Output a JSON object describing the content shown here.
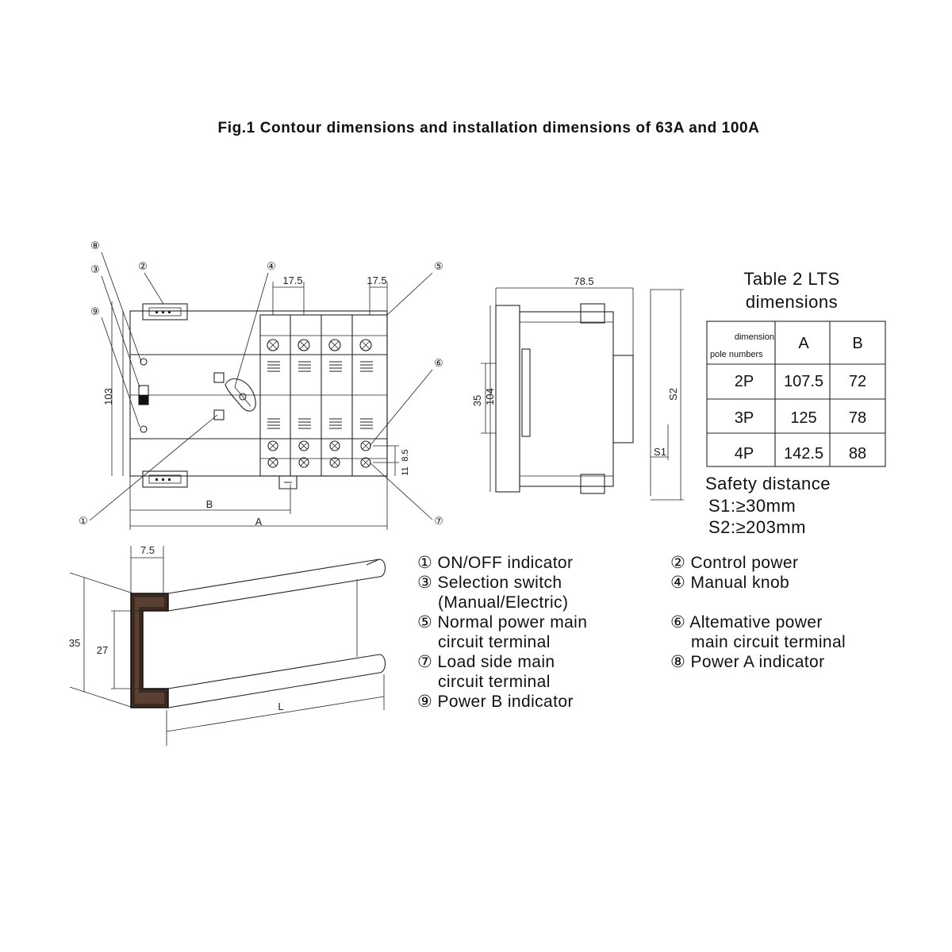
{
  "title": "Fig.1 Contour dimensions and installation dimensions of 63A and 100A",
  "front_view": {
    "callouts": [
      "①",
      "②",
      "③",
      "④",
      "⑤",
      "⑥",
      "⑦",
      "⑧",
      "⑨"
    ],
    "dim_top_left": "17.5",
    "dim_top_right": "17.5",
    "dim_height": "103",
    "dim_b": "B",
    "dim_a": "A",
    "dim_8_5": "8.5",
    "dim_11": "11"
  },
  "side_view": {
    "dim_width": "78.5",
    "dim_35": "35",
    "dim_104": "104",
    "dim_s2": "S2",
    "dim_s1": "S1"
  },
  "rail": {
    "dim_7_5": "7.5",
    "dim_35": "35",
    "dim_27": "27",
    "dim_l": "L"
  },
  "table": {
    "title_line1": "Table 2 LTS",
    "title_line2": "dimensions",
    "corner_top": "dimension",
    "corner_bottom": "pole numbers",
    "col_a": "A",
    "col_b": "B",
    "rows": [
      {
        "pole": "2P",
        "a": "107.5",
        "b": "72"
      },
      {
        "pole": "3P",
        "a": "125",
        "b": "78"
      },
      {
        "pole": "4P",
        "a": "142.5",
        "b": "88"
      }
    ]
  },
  "safety": {
    "title": "Safety distance",
    "s1": "S1:≥30mm",
    "s2": "S2:≥203mm"
  },
  "legend": {
    "i1": "① ON/OFF indicator",
    "i2": "② Control power",
    "i3a": "③ Selection switch",
    "i3b": "(Manual/Electric)",
    "i4": "④ Manual knob",
    "i5a": "⑤ Normal power main",
    "i5b": "circuit terminal",
    "i6a": "⑥ Altemative power",
    "i6b": "main circuit terminal",
    "i7a": "⑦ Load side main",
    "i7b": "circuit terminal",
    "i8": "⑧ Power A indicator",
    "i9": "⑨ Power B indicator"
  }
}
